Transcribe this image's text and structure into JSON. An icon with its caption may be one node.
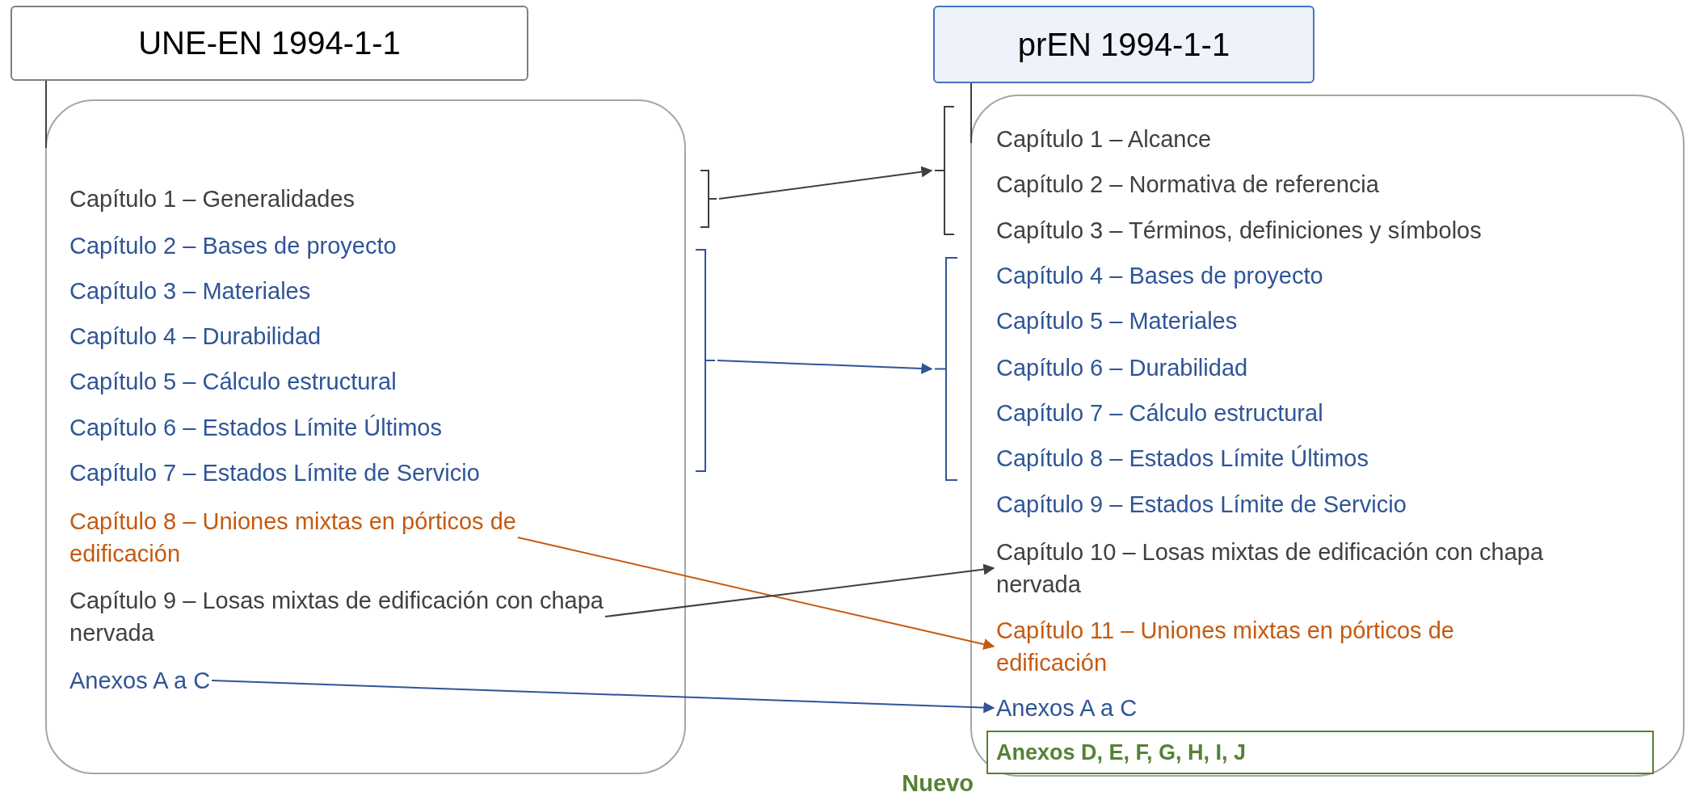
{
  "diagram": {
    "nodes": [
      {
        "text": [
          "UNE-EN 1994-1-1"
        ]
      },
      {
        "text": [],
        "shape": "box"
      },
      {
        "text": [
          "Capítulo 1 – Generalidades"
        ],
        "in": 1
      },
      {
        "text": [
          "Capítulo 2 – Bases de proyecto"
        ],
        "in": 1
      },
      {
        "text": [
          "Capítulo 3 – Materiales"
        ],
        "in": 1
      },
      {
        "text": [
          "Capítulo 4 – Durabilidad"
        ],
        "in": 1
      },
      {
        "text": [
          "Capítulo 5 – Cálculo estructural"
        ],
        "in": 1
      },
      {
        "text": [
          "Capítulo 6 – Estados Límite Últimos"
        ],
        "in": 1
      },
      {
        "text": [
          "Capítulo 7 – Estados Límite de Servicio"
        ],
        "in": 1
      },
      {
        "text": [
          "Capítulo 8 – Uniones mixtas en pórticos de edificación"
        ],
        "in": 1
      },
      {
        "text": [
          "Capítulo 9 – Losas mixtas de edificación con chapa nervada"
        ],
        "in": 1
      },
      {
        "text": [
          "Anexos A a C"
        ],
        "in": 1
      },
      {
        "text": [],
        "shape": "bracket"
      },
      {
        "text": [],
        "shape": "bracket"
      },
      {
        "text": [
          "prEN 1994-1-1"
        ]
      },
      {
        "text": [],
        "shape": "box"
      },
      {
        "text": [
          "Capítulo 1 – Alcance"
        ],
        "in": 15
      },
      {
        "text": [
          "Capítulo 2 – Normativa de referencia"
        ],
        "in": 15
      },
      {
        "text": [
          "Capítulo 3 – Términos, definiciones y símbolos"
        ],
        "in": 15
      },
      {
        "text": [
          "Capítulo 4 – Bases de proyecto"
        ],
        "in": 15
      },
      {
        "text": [
          "Capítulo 5 – Materiales"
        ],
        "in": 15
      },
      {
        "text": [
          "Capítulo 6 – Durabilidad"
        ],
        "in": 15
      },
      {
        "text": [
          "Capítulo 7 – Cálculo estructural"
        ],
        "in": 15
      },
      {
        "text": [
          "Capítulo 8 – Estados Límite Últimos"
        ],
        "in": 15
      },
      {
        "text": [
          "Capítulo 9 – Estados Límite de Servicio"
        ],
        "in": 15
      },
      {
        "text": [
          "Capítulo 10 – Losas mixtas de edificación con chapa nervada"
        ],
        "in": 15
      },
      {
        "text": [
          "Capítulo 11 – Uniones mixtas en pórticos de edificación"
        ],
        "in": 15
      },
      {
        "text": [
          "Anexos A a C"
        ],
        "in": 15
      },
      {
        "text": [
          "Anexos D, E, F, G, H, I, J"
        ],
        "beside": [
          "Nuevo"
        ],
        "in": 15
      },
      {
        "text": [],
        "shape": "bracket"
      },
      {
        "text": [],
        "shape": "bracket"
      }
    ],
    "edges": [
      {
        "from": 0,
        "to": 1,
        "arrow": "none"
      },
      {
        "from": 14,
        "to": 15,
        "arrow": "none"
      },
      {
        "from": 12,
        "to": 29,
        "arrow": "to",
        "color": "#404040"
      },
      {
        "from": 13,
        "to": 30,
        "arrow": "to",
        "color": "#2f5597"
      },
      {
        "from": 9,
        "to": 26,
        "arrow": "to",
        "color": "#c55a11"
      },
      {
        "from": 10,
        "to": 25,
        "arrow": "to",
        "color": "#404040"
      },
      {
        "from": 11,
        "to": 27,
        "arrow": "to",
        "color": "#2f5597"
      }
    ]
  }
}
